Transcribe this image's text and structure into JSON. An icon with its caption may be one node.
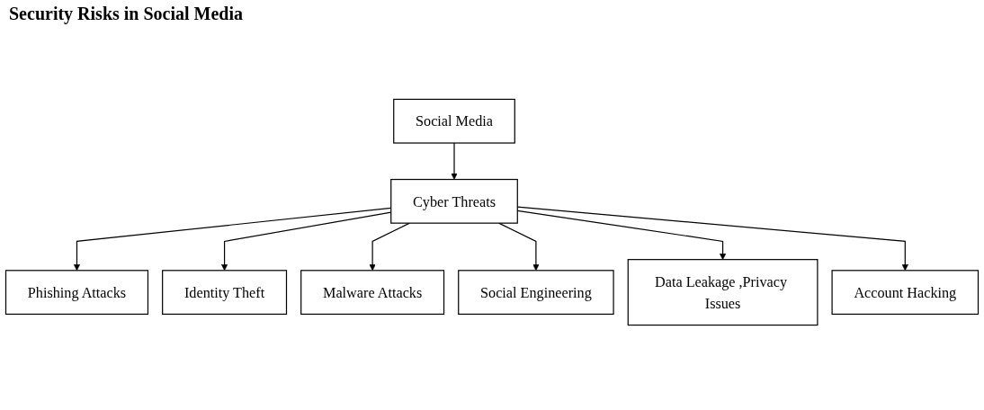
{
  "diagram": {
    "title": "Security Risks in Social Media",
    "nodes": [
      {
        "text": [
          "Social Media"
        ]
      },
      {
        "text": [
          "Cyber Threats"
        ]
      },
      {
        "text": [
          "Phishing Attacks"
        ]
      },
      {
        "text": [
          "Identity Theft"
        ]
      },
      {
        "text": [
          "Malware Attacks"
        ]
      },
      {
        "text": [
          "Social Engineering"
        ]
      },
      {
        "text": [
          "Data Leakage ,Privacy Issues"
        ]
      },
      {
        "text": [
          "Account Hacking"
        ]
      }
    ],
    "edges": [
      {
        "from": 0,
        "to": 1,
        "arrow": "to"
      },
      {
        "from": 1,
        "to": 2,
        "arrow": "to"
      },
      {
        "from": 1,
        "to": 3,
        "arrow": "to"
      },
      {
        "from": 1,
        "to": 4,
        "arrow": "to"
      },
      {
        "from": 1,
        "to": 5,
        "arrow": "to"
      },
      {
        "from": 1,
        "to": 6,
        "arrow": "to"
      },
      {
        "from": 1,
        "to": 7,
        "arrow": "to"
      }
    ]
  }
}
